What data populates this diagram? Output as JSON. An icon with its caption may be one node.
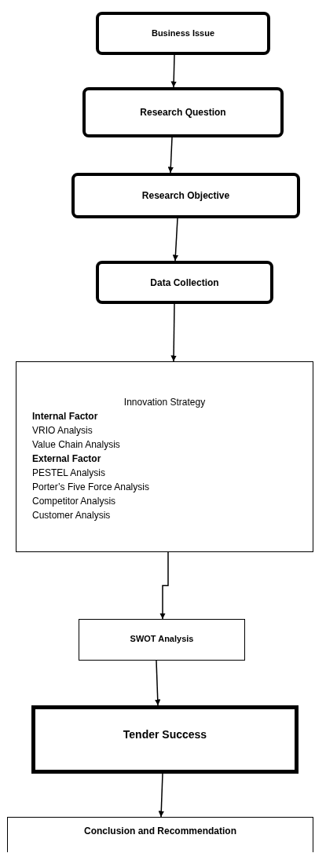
{
  "diagram": {
    "nodes": [
      {
        "text": [
          "Business Issue"
        ]
      },
      {
        "text": [
          "Research Question"
        ]
      },
      {
        "text": [
          "Research Objective"
        ]
      },
      {
        "text": [
          "Data Collection"
        ]
      },
      {
        "text": [
          "Innovation Strategy",
          "Internal Factor",
          "VRIO Analysis",
          "Value Chain Analysis",
          "External Factor",
          "PESTEL Analysis",
          "Porter’s Five Force Analysis",
          "Competitor Analysis",
          "Customer Analysis"
        ]
      },
      {
        "text": [
          "SWOT Analysis"
        ]
      },
      {
        "text": [
          "Tender Success"
        ]
      },
      {
        "text": [
          "Conclusion and Recommendation"
        ]
      }
    ],
    "edges": [
      {
        "from": 0,
        "to": 1,
        "arrow": "to"
      },
      {
        "from": 1,
        "to": 2,
        "arrow": "to"
      },
      {
        "from": 2,
        "to": 3,
        "arrow": "to"
      },
      {
        "from": 3,
        "to": 4,
        "arrow": "to"
      },
      {
        "from": 4,
        "to": 5,
        "arrow": "to"
      },
      {
        "from": 5,
        "to": 6,
        "arrow": "to"
      },
      {
        "from": 6,
        "to": 7,
        "arrow": "to"
      }
    ]
  }
}
